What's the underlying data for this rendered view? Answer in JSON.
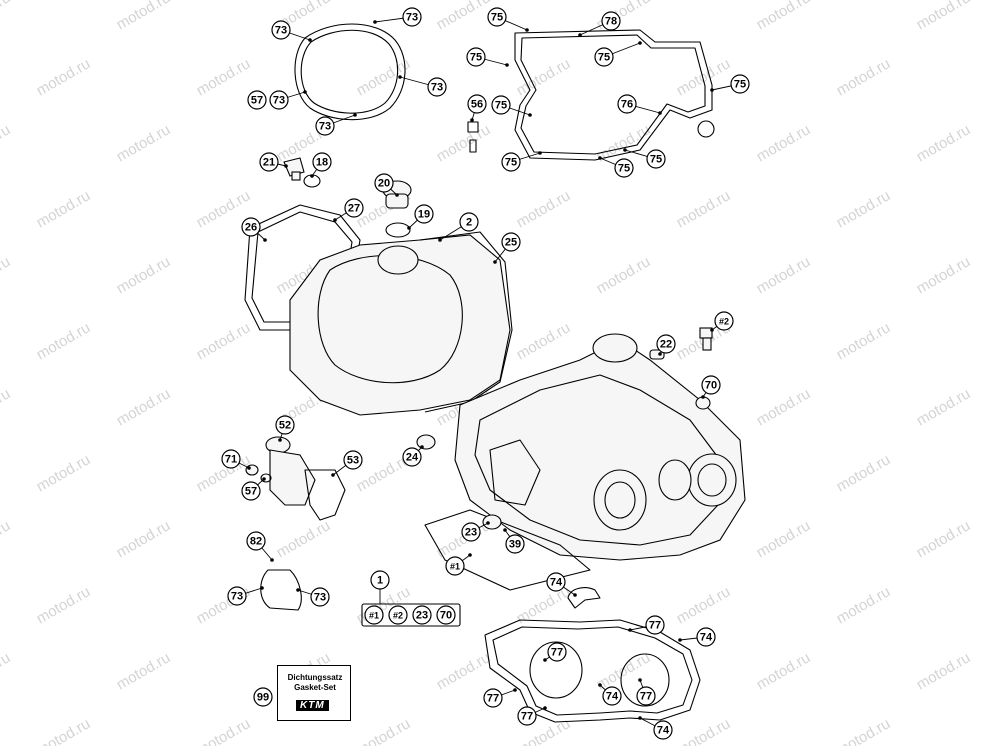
{
  "watermark": "motod.ru",
  "kit": {
    "title_line1": "Dichtungssatz",
    "title_line2": "Gasket-Set",
    "logo": "KTM"
  },
  "callouts": {
    "c73a": "73",
    "c73b": "73",
    "c73c": "73",
    "c73d": "73",
    "c73e": "73",
    "c73f": "73",
    "c73g": "73",
    "c57a": "57",
    "c57b": "57",
    "c75a": "75",
    "c75b": "75",
    "c75c": "75",
    "c75d": "75",
    "c75e": "75",
    "c75f": "75",
    "c75g": "75",
    "c75h": "75",
    "c78": "78",
    "c76": "76",
    "c56": "56",
    "c21": "21",
    "c18": "18",
    "c20": "20",
    "c19": "19",
    "c2": "2",
    "c26": "26",
    "c27": "27",
    "c25": "25",
    "c22": "22",
    "c70a": "70",
    "c70b": "70",
    "c24": "24",
    "c52": "52",
    "c71": "71",
    "c53": "53",
    "c23a": "23",
    "c23b": "23",
    "c39": "39",
    "c1": "1",
    "h1a": "#1",
    "h1b": "#1",
    "h2a": "#2",
    "h2b": "#2",
    "c82": "82",
    "c74a": "74",
    "c74b": "74",
    "c74c": "74",
    "c74d": "74",
    "c77a": "77",
    "c77b": "77",
    "c77c": "77",
    "c77d": "77",
    "c77e": "77",
    "c99": "99"
  }
}
